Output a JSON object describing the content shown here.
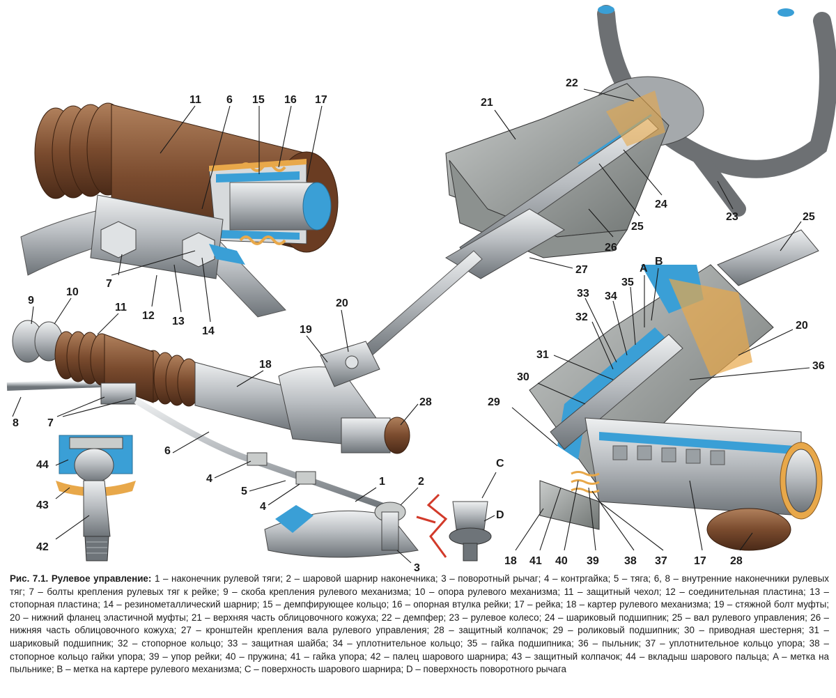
{
  "caption": {
    "title": "Рис. 7.1. Рулевое управление:",
    "text": " 1 – наконечник рулевой тяги; 2 – шаровой шарнир наконечника; 3 – поворотный рычаг; 4 – контргайка; 5 – тяга; 6, 8 – внутренние наконечники рулевых тяг; 7 – болты крепления рулевых тяг к рейке; 9 – скоба крепления рулевого механизма; 10 – опора рулевого механизма; 11 – защитный чехол; 12 – соединительная пластина; 13 – стопорная пластина; 14 – резинометаллический шарнир; 15 – демпфирующее кольцо; 16 – опорная втулка рейки; 17 – рейка; 18 – картер рулевого механизма; 19 – стяжной болт муфты; 20 – нижний фланец эластичной муфты; 21 – верхняя часть облицовочного кожуха; 22 – демпфер; 23 – рулевое колесо; 24 – шариковый подшипник; 25 – вал рулевого управления; 26 – нижняя часть облицовочного кожуха; 27 – кронштейн крепления вала рулевого управления; 28 – защитный колпачок; 29 – роликовый подшипник; 30 – приводная шестерня; 31 – шариковый подшипник; 32 – стопорное кольцо; 33 – защитная шайба; 34 – уплотнительное кольцо; 35 – гайка подшипника; 36 – пыльник; 37 – уплотнительное кольцо упора; 38 – стопорное кольцо гайки упора; 39 – упор рейки; 40 – пружина; 41 – гайка упора; 42 – палец шарового шарнира; 43 – защитный колпачок; 44 – вкладыш шарового пальца; A – метка на пыльнике; B – метка на картере рулевого механизма; C – поверхность шарового шарнира; D – поверхность поворотного рычага"
  },
  "labels": [
    {
      "key": "11a",
      "text": "11"
    },
    {
      "key": "6a",
      "text": "6"
    },
    {
      "key": "15",
      "text": "15"
    },
    {
      "key": "16",
      "text": "16"
    },
    {
      "key": "17a",
      "text": "17"
    },
    {
      "key": "7a",
      "text": "7"
    },
    {
      "key": "12",
      "text": "12"
    },
    {
      "key": "13",
      "text": "13"
    },
    {
      "key": "14",
      "text": "14"
    },
    {
      "key": "21",
      "text": "21"
    },
    {
      "key": "22",
      "text": "22"
    },
    {
      "key": "23",
      "text": "23"
    },
    {
      "key": "24",
      "text": "24"
    },
    {
      "key": "25a",
      "text": "25"
    },
    {
      "key": "26",
      "text": "26"
    },
    {
      "key": "27",
      "text": "27"
    },
    {
      "key": "9",
      "text": "9"
    },
    {
      "key": "10",
      "text": "10"
    },
    {
      "key": "11b",
      "text": "11"
    },
    {
      "key": "18a",
      "text": "18"
    },
    {
      "key": "19",
      "text": "19"
    },
    {
      "key": "20a",
      "text": "20"
    },
    {
      "key": "28a",
      "text": "28"
    },
    {
      "key": "8",
      "text": "8"
    },
    {
      "key": "7b",
      "text": "7"
    },
    {
      "key": "6b",
      "text": "6"
    },
    {
      "key": "44",
      "text": "44"
    },
    {
      "key": "43",
      "text": "43"
    },
    {
      "key": "42",
      "text": "42"
    },
    {
      "key": "4a",
      "text": "4"
    },
    {
      "key": "5",
      "text": "5"
    },
    {
      "key": "4b",
      "text": "4"
    },
    {
      "key": "1",
      "text": "1"
    },
    {
      "key": "2",
      "text": "2"
    },
    {
      "key": "3",
      "text": "3"
    },
    {
      "key": "C",
      "text": "C"
    },
    {
      "key": "D",
      "text": "D"
    },
    {
      "key": "25b",
      "text": "25"
    },
    {
      "key": "A",
      "text": "A"
    },
    {
      "key": "B",
      "text": "B"
    },
    {
      "key": "33",
      "text": "33"
    },
    {
      "key": "34",
      "text": "34"
    },
    {
      "key": "35",
      "text": "35"
    },
    {
      "key": "32",
      "text": "32"
    },
    {
      "key": "20b",
      "text": "20"
    },
    {
      "key": "31",
      "text": "31"
    },
    {
      "key": "36",
      "text": "36"
    },
    {
      "key": "30",
      "text": "30"
    },
    {
      "key": "29",
      "text": "29"
    },
    {
      "key": "18b",
      "text": "18"
    },
    {
      "key": "41",
      "text": "41"
    },
    {
      "key": "40",
      "text": "40"
    },
    {
      "key": "39",
      "text": "39"
    },
    {
      "key": "38",
      "text": "38"
    },
    {
      "key": "37",
      "text": "37"
    },
    {
      "key": "17b",
      "text": "17"
    },
    {
      "key": "28b",
      "text": "28"
    }
  ],
  "colors": {
    "metal": "#b8bcc0",
    "metal_dark": "#7d8388",
    "boot": "#7a4b2e",
    "section_blue": "#3a9fd6",
    "section_orange": "#e8a84a",
    "red_mark": "#d23a2a",
    "housing": "#9a9e9c"
  }
}
